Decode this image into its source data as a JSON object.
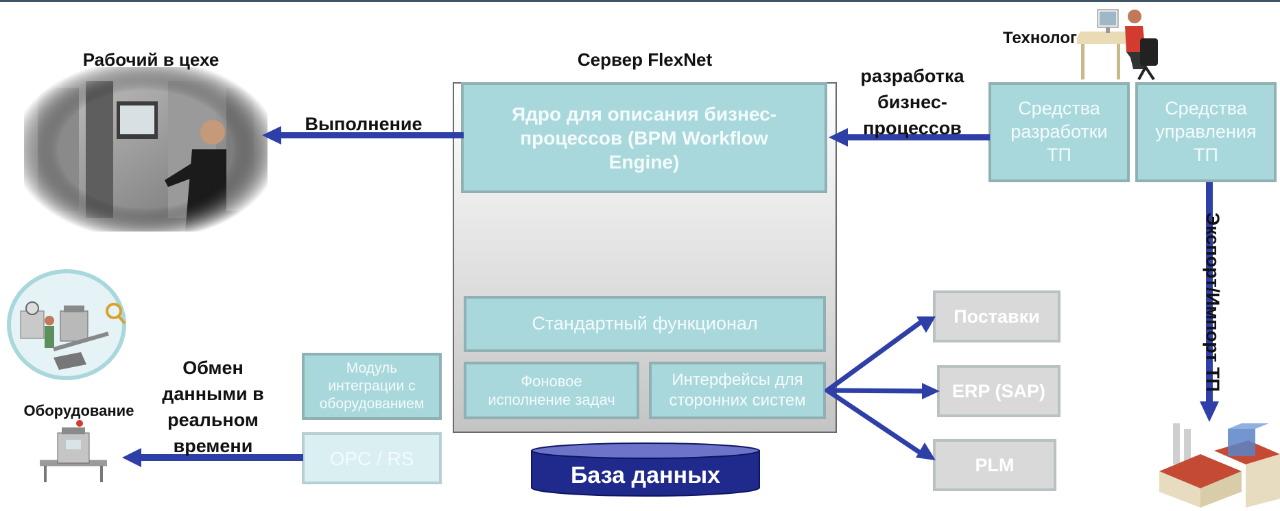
{
  "labels": {
    "worker": "Рабочий в цехе",
    "server": "Сервер FlexNet",
    "technologist": "Технолог",
    "equipment": "Оборудование",
    "execution": "Выполнение",
    "bp_dev": "разработка бизнес-процессов",
    "exchange": "Обмен данными в реальном времени",
    "export_import": "Экспорт/Импорт ТП"
  },
  "boxes": {
    "engine": "Ядро для описания бизнес-процессов (BPM Workflow Engine)",
    "standard": "Стандартный функционал",
    "background": "Фоновое исполнение задач",
    "interfaces": "Интерфейсы для сторонних систем",
    "integration": "Модуль интеграции с оборудованием",
    "opc": "OPC / RS",
    "dev_tools": "Средства разработки ТП",
    "mgmt_tools": "Средства управления ТП",
    "database": "База данных"
  },
  "systems": [
    "Поставки",
    "ERP (SAP)",
    "PLM"
  ],
  "icons": [
    "factory-worker-photo",
    "technologist-icon",
    "equipment-icon",
    "factory-icon"
  ],
  "colors": {
    "teal_box": "#a8d8dc",
    "arrow": "#2f3fa8",
    "database": "#1f2a8c",
    "gray_box": "#d9d9d9"
  }
}
